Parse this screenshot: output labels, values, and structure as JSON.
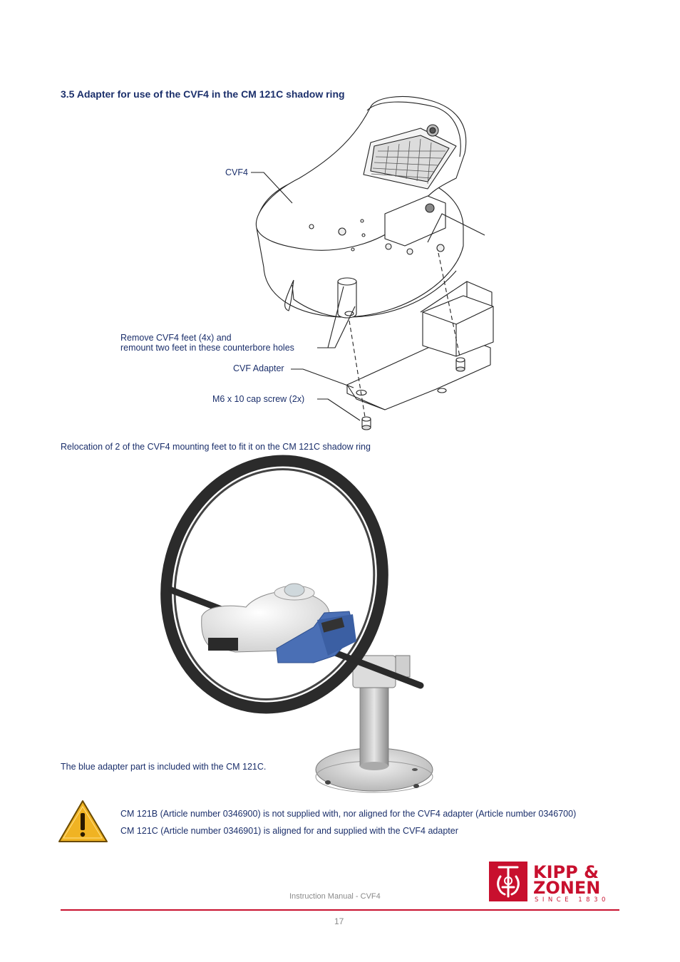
{
  "section": {
    "heading": "3.5 Adapter for use of the CVF4 in the CM 121C shadow ring"
  },
  "figure1": {
    "callout_cvf4": "CVF4",
    "callout_feet_line1": "Remove CVF4 feet (4x) and",
    "callout_feet_line2": "remount two feet in these counterbore holes",
    "callout_adapter": "CVF Adapter",
    "callout_screw": "M6 x 10 cap screw (2x)",
    "caption": "Relocation of 2 of the CVF4 mounting feet to fit it on the CM 121C shadow ring"
  },
  "figure2": {
    "caption": "The blue adapter part is included with the CM 121C."
  },
  "warning": {
    "icon": "warning-triangle-icon",
    "line1": "CM 121B (Article number 0346900) is not supplied with, nor aligned for the CVF4 adapter (Article number 0346700)",
    "line2": "CM 121C (Article number 0346901) is aligned for and supplied with the CVF4 adapter"
  },
  "logo": {
    "line1": "KIPP &",
    "line2": "ZONEN",
    "line3": "SINCE 1830",
    "brand_color": "#c8102e"
  },
  "footer": {
    "document_title": "Instruction Manual - CVF4",
    "page_number": "17",
    "rule_color": "#c8102e"
  }
}
